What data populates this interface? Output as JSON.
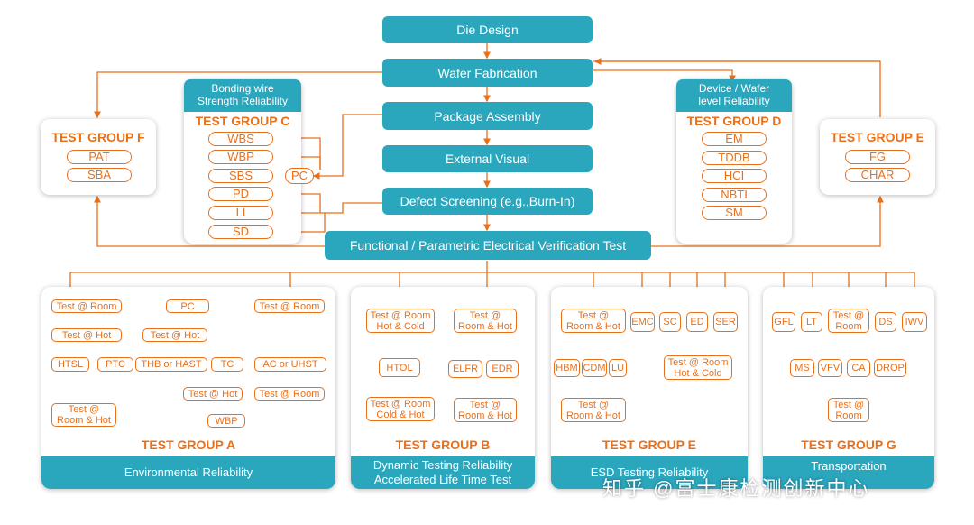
{
  "flow": {
    "die_design": "Die Design",
    "wafer_fab": "Wafer Fabrication",
    "package_assembly": "Package Assembly",
    "external_visual": "External Visual",
    "defect_screening": "Defect Screening (e.g.,Burn-In)",
    "functional_test": "Functional / Parametric Electrical Verification Test"
  },
  "group_f": {
    "title": "TEST GROUP F",
    "items": [
      "PAT",
      "SBA"
    ]
  },
  "group_c": {
    "header": "Bonding wire\nStrength Reliability",
    "title": "TEST GROUP C",
    "items": [
      "WBS",
      "WBP",
      "SBS",
      "PD",
      "LI",
      "SD"
    ],
    "pc": "PC"
  },
  "group_d": {
    "header": "Device / Wafer\nlevel Reliability",
    "title": "TEST GROUP D",
    "items": [
      "EM",
      "TDDB",
      "HCI",
      "NBTI",
      "SM"
    ]
  },
  "group_e_top": {
    "title": "TEST GROUP E",
    "items": [
      "FG",
      "CHAR"
    ]
  },
  "group_a": {
    "title": "TEST GROUP A",
    "footer": "Environmental Reliability",
    "nodes": [
      "Test @ Room",
      "PC",
      "Test @ Room",
      "Test @ Hot",
      "Test @ Hot",
      "HTSL",
      "PTC",
      "THB or HAST",
      "TC",
      "AC or UHST",
      "Test @ Hot",
      "Test @ Room",
      "Test @\nRoom & Hot",
      "WBP"
    ]
  },
  "group_b": {
    "title": "TEST GROUP B",
    "footer": "Dynamic Testing Reliability\nAccelerated Life Time Test",
    "nodes": [
      "Test @ Room\nHot & Cold",
      "Test @\nRoom & Hot",
      "HTOL",
      "ELFR",
      "EDR",
      "Test @ Room\nCold & Hot",
      "Test @\nRoom & Hot"
    ]
  },
  "group_e": {
    "title": "TEST GROUP E",
    "footer": "ESD Testing Reliability",
    "nodes": [
      "Test @\nRoom & Hot",
      "EMC",
      "SC",
      "ED",
      "SER",
      "HBM",
      "CDM",
      "LU",
      "Test @ Room\nHot & Cold",
      "Test @\nRoom & Hot"
    ]
  },
  "group_g": {
    "title": "TEST GROUP G",
    "footer": "Transportation",
    "nodes": [
      "GFL",
      "LT",
      "Test @\nRoom",
      "DS",
      "IWV",
      "MS",
      "VFV",
      "CA",
      "DROP",
      "Test @\nRoom"
    ]
  },
  "watermark": "知乎 @富士康检测创新中心",
  "colors": {
    "teal": "#2aa6bd",
    "orange": "#e8701a"
  }
}
